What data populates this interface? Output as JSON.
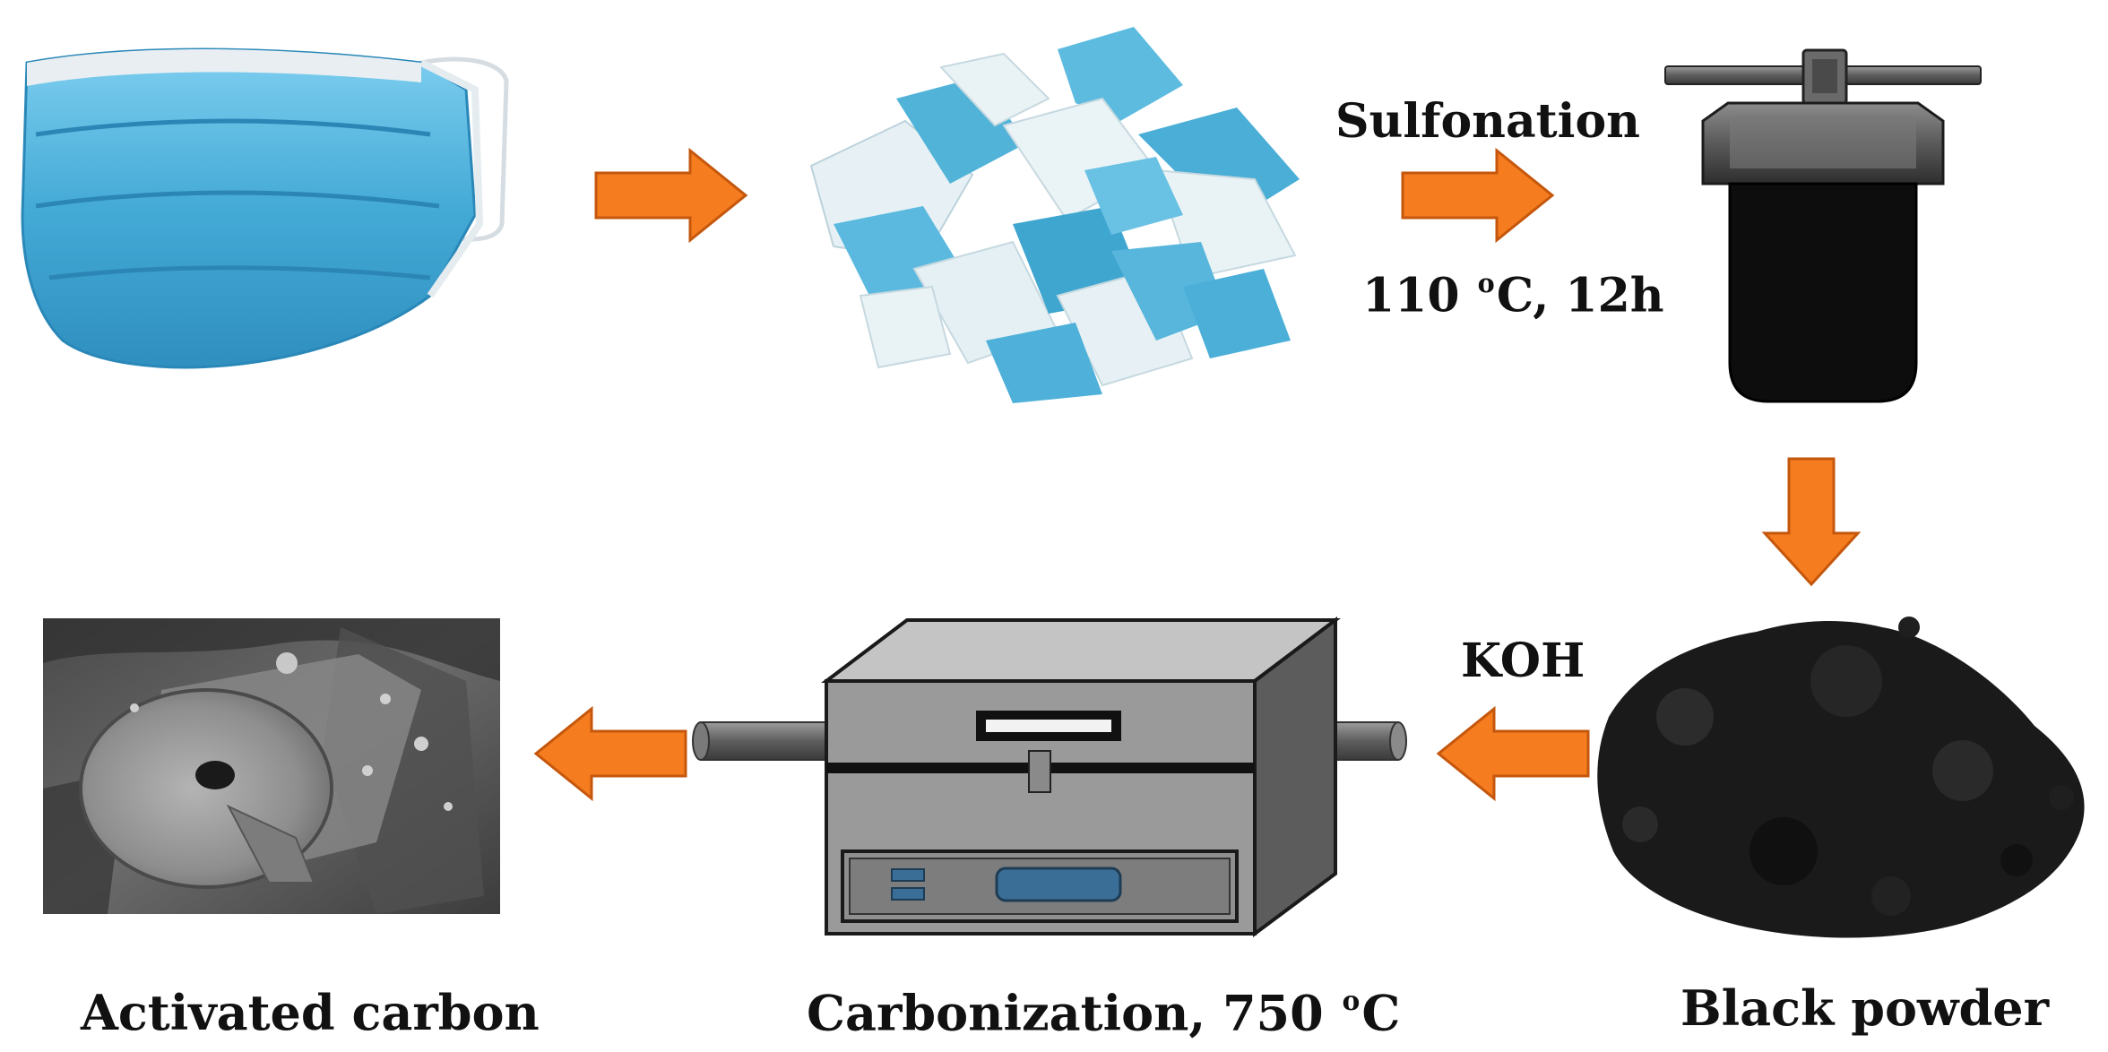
{
  "steps": {
    "sulfonation_label": "Sulfonation",
    "sulfonation_temp": "110",
    "sulfonation_unit": "o",
    "sulfonation_rest": "C, 12h",
    "activation_label": "KOH",
    "carbonization_label": "Carbonization, 750",
    "carbonization_unit": "o",
    "carbonization_rest": "C",
    "black_powder_label": "Black powder",
    "activated_carbon_label": "Activated carbon"
  },
  "colors": {
    "arrow_fill": "#f57c1f",
    "arrow_stroke": "#c5570d",
    "mask_blue": "#4fb3dc",
    "vessel_dark": "#0d0d0d",
    "furnace_grey": "#9a9a9a",
    "panel_blue": "#3a6e96"
  },
  "icons": [
    "face-mask-icon",
    "shredded-mask-icon",
    "reactor-vessel-icon",
    "black-powder-icon",
    "tube-furnace-icon",
    "sem-image-icon"
  ]
}
